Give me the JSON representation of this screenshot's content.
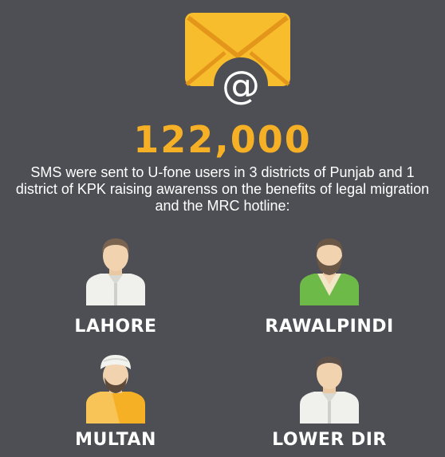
{
  "headline": {
    "number": "122,000",
    "description": "SMS were sent to U-fone users in 3 districts of Punjab and 1 district of KPK raising awarenss on the benefits of legal migration and the MRC hotline:"
  },
  "icons": {
    "envelope": "email-envelope-icon",
    "at_sign": "@"
  },
  "colors": {
    "background": "#4e4f54",
    "accent": "#f6b026",
    "text": "#ffffff"
  },
  "districts": [
    {
      "name": "LAHORE"
    },
    {
      "name": "RAWALPINDI"
    },
    {
      "name": "MULTAN"
    },
    {
      "name": "LOWER DIR"
    }
  ]
}
